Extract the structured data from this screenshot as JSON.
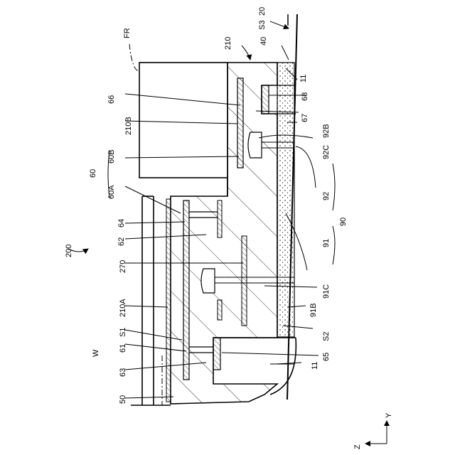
{
  "figure": {
    "labels": {
      "n20": "20",
      "s3": "S3",
      "n40": "40",
      "n210": "210",
      "n11_top": "11",
      "n68": "68",
      "n67": "67",
      "n92B": "92B",
      "n92C": "92C",
      "n92": "92",
      "n90": "90",
      "n91": "91",
      "n91C": "91C",
      "n91B": "91B",
      "s2": "S2",
      "n11_bottom": "11",
      "n65": "65",
      "fr": "FR",
      "n66": "66",
      "n210B": "210B",
      "n60B": "60B",
      "n60": "60",
      "n60A": "60A",
      "n64": "64",
      "n62": "62",
      "n200": "200",
      "n270": "270",
      "n210A": "210A",
      "s1": "S1",
      "n61": "61",
      "w": "W",
      "n63": "63",
      "n50": "50"
    },
    "axes": {
      "y": "Y",
      "z": "Z"
    }
  },
  "colors": {
    "line": "#000000",
    "background": "#ffffff"
  }
}
